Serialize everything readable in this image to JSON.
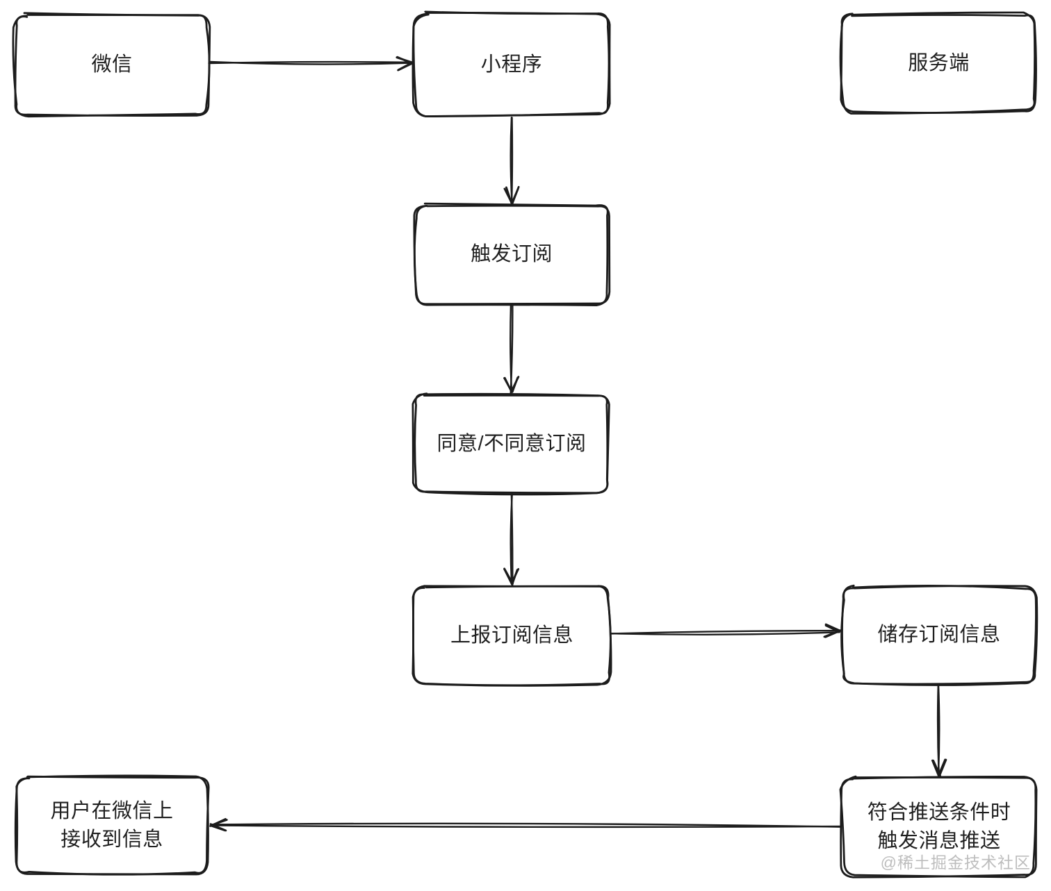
{
  "diagram": {
    "type": "flowchart",
    "background_color": "#ffffff",
    "stroke_color": "#1c1c1c",
    "watermark_color": "#bdbdbd",
    "nodes": [
      {
        "id": "wechat",
        "label": "微信"
      },
      {
        "id": "mini-program",
        "label": "小程序"
      },
      {
        "id": "server",
        "label": "服务端"
      },
      {
        "id": "trigger-subscription",
        "label": "触发订阅"
      },
      {
        "id": "agree-or-refuse-subscription",
        "label": "同意/不同意订阅"
      },
      {
        "id": "report-subscription-info",
        "label": "上报订阅信息"
      },
      {
        "id": "store-subscription-info",
        "label": "储存订阅信息"
      },
      {
        "id": "push-when-condition-met",
        "label": "符合推送条件时\n触发消息推送"
      },
      {
        "id": "user-receives-message",
        "label": "用户在微信上\n接收到信息"
      }
    ],
    "edges": [
      {
        "from": "wechat",
        "to": "mini-program"
      },
      {
        "from": "mini-program",
        "to": "trigger-subscription"
      },
      {
        "from": "trigger-subscription",
        "to": "agree-or-refuse-subscription"
      },
      {
        "from": "agree-or-refuse-subscription",
        "to": "report-subscription-info"
      },
      {
        "from": "report-subscription-info",
        "to": "store-subscription-info"
      },
      {
        "from": "store-subscription-info",
        "to": "push-when-condition-met"
      },
      {
        "from": "push-when-condition-met",
        "to": "user-receives-message"
      }
    ],
    "watermark": "@稀土掘金技术社区"
  }
}
